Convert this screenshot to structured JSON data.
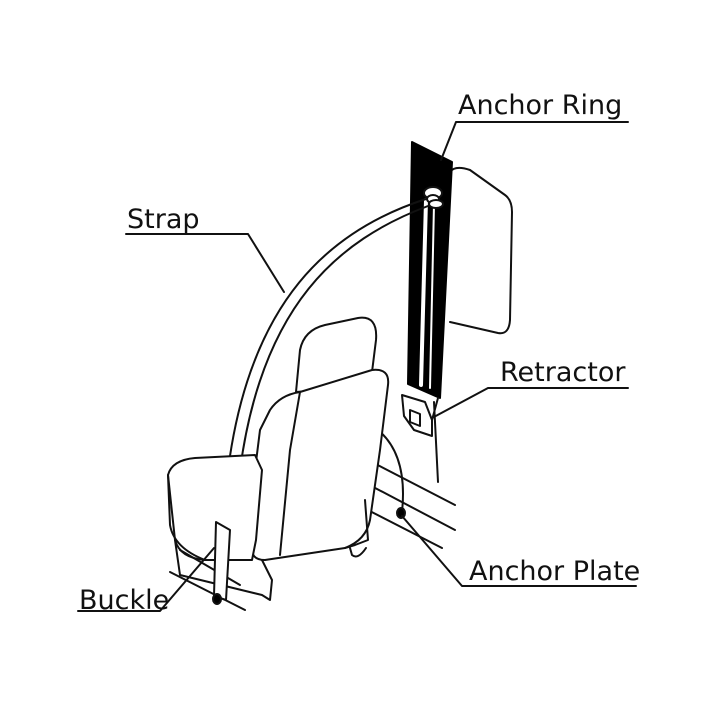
{
  "labels": {
    "anchor_ring": "Anchor Ring",
    "strap": "Strap",
    "retractor": "Retractor",
    "anchor_plate": "Anchor Plate",
    "buckle": "Buckle"
  },
  "colors": {
    "line": "#111111",
    "background": "#ffffff",
    "pillar": "#000000"
  }
}
